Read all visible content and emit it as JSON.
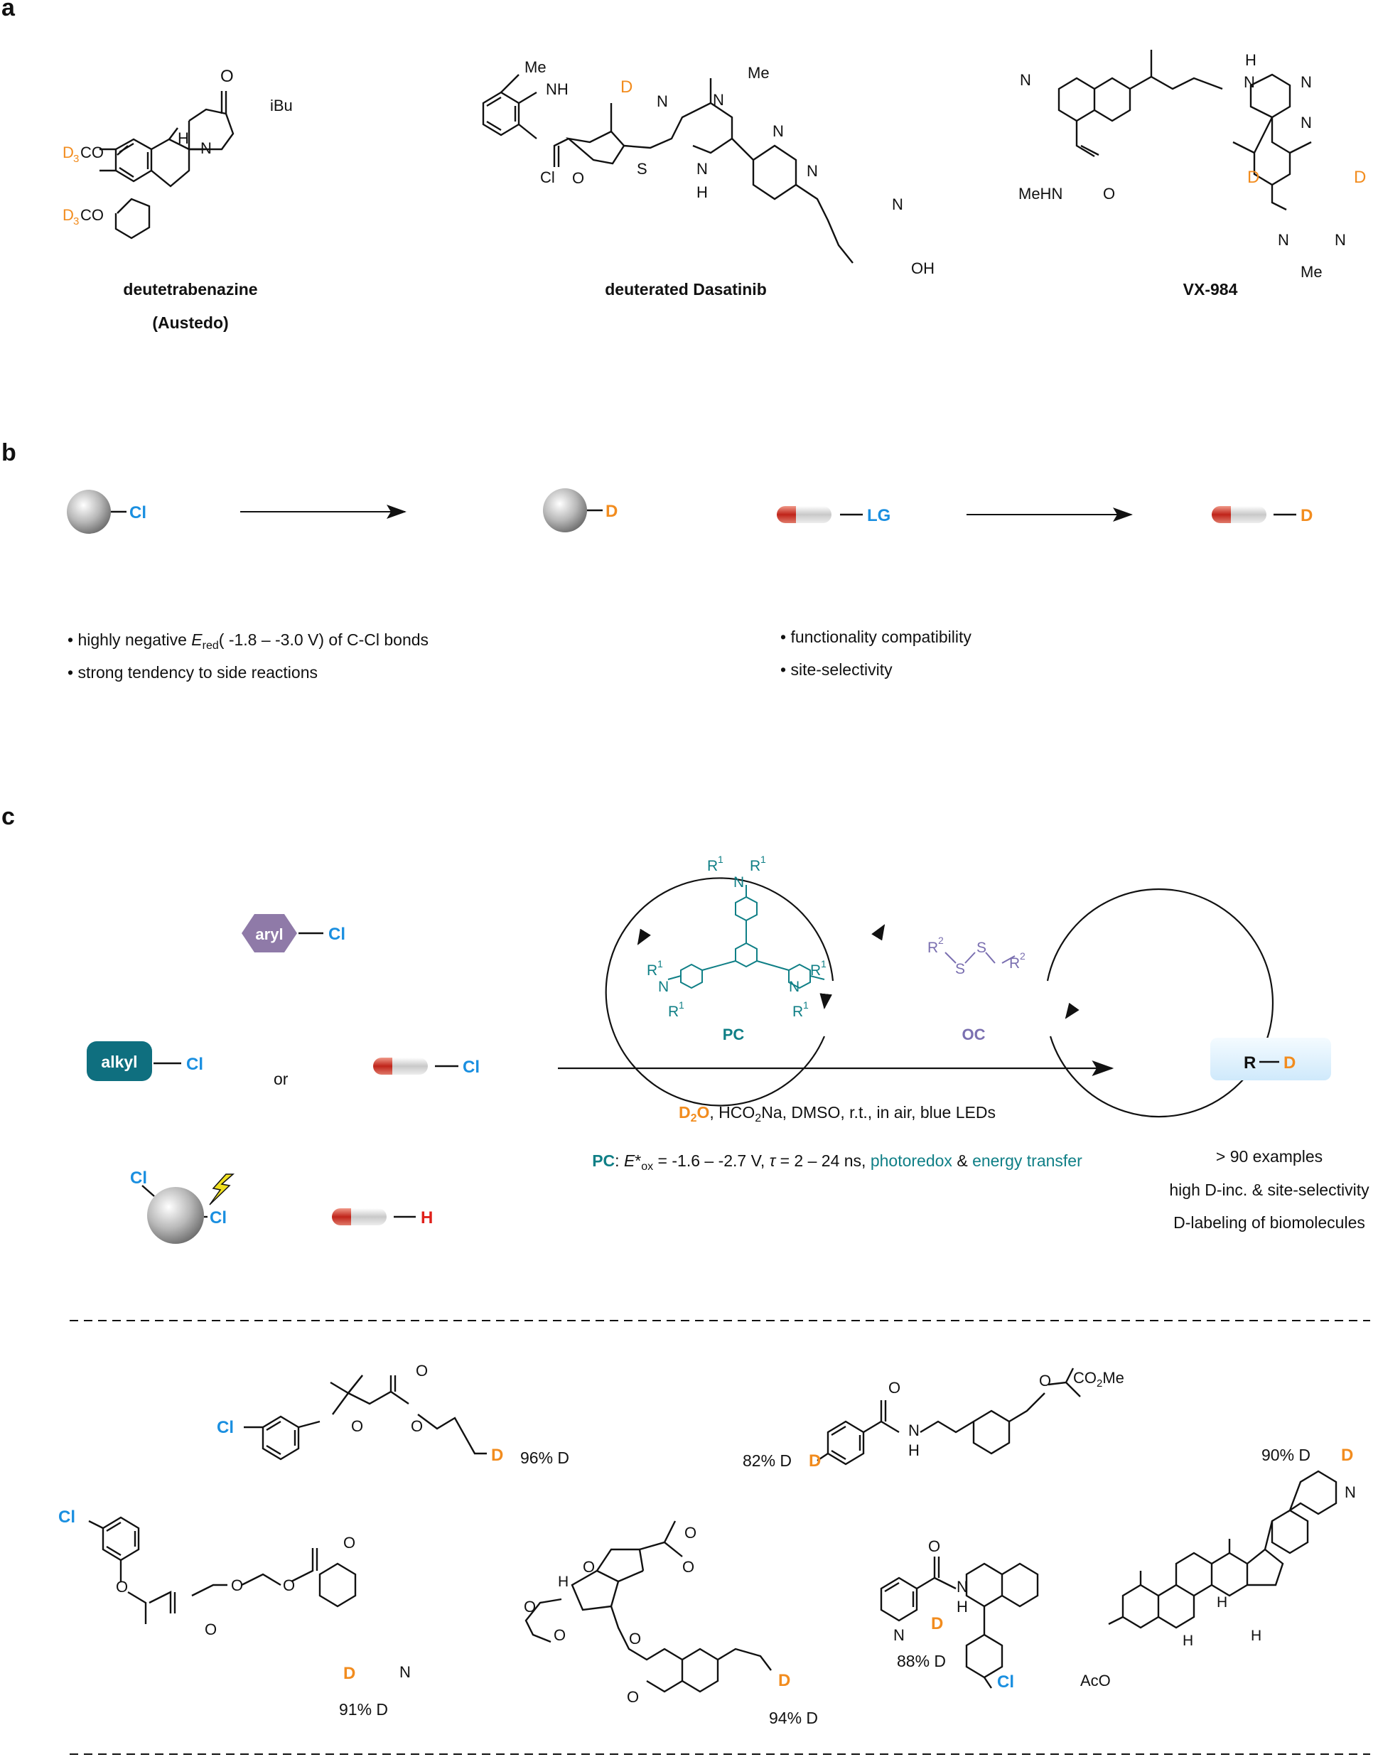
{
  "colors": {
    "deuterium": "#f28c1e",
    "chlorine": "#1a8fe0",
    "hydrogen": "#e0201a",
    "pc": "#0f7f86",
    "oc": "#7a6fb0",
    "aryl": "#8f7aa8",
    "alkyl": "#0f6f7f",
    "lightning": "#f0e020"
  },
  "panel_a": {
    "label": "a",
    "compounds": [
      {
        "name": "deutetrabenazine",
        "subname": "(Austedo)",
        "atoms": {
          "o": "O",
          "ibu": "iBu",
          "h": "H",
          "n": "N",
          "d3": "D",
          "d3b": "D",
          "sub3": "3",
          "sub3b": "3",
          "co": "CO",
          "cob": "CO"
        }
      },
      {
        "name": "deuterated Dasatinib",
        "atoms": {
          "me1": "Me",
          "nh": "NH",
          "d": "D",
          "n1": "N",
          "s": "S",
          "me2": "Me",
          "n2": "N",
          "n3": "N",
          "n4": "N",
          "h": "H",
          "cl": "Cl",
          "o": "O",
          "n5": "N",
          "n6": "N",
          "oh": "OH"
        }
      },
      {
        "name": "VX-984",
        "atoms": {
          "n1": "N",
          "h": "H",
          "n2": "N",
          "n3": "N",
          "n4": "N",
          "meh": "MeHN",
          "o": "O",
          "d1": "D",
          "d2": "D",
          "n5": "N",
          "n6": "N",
          "me": "Me"
        }
      }
    ]
  },
  "panel_b": {
    "label": "b",
    "left": {
      "reactant": "Cl",
      "product": "D",
      "bullets": [
        "highly negative",
        "( -1.8 – -3.0 V) of C-Cl bonds",
        "strong tendency to side reactions"
      ],
      "ered": "E",
      "ered_sub": "red"
    },
    "right": {
      "reactant": "LG",
      "product": "D",
      "bullets": [
        "functionality compatibility",
        "site-selectivity"
      ]
    }
  },
  "panel_c": {
    "label": "c",
    "substrates": {
      "aryl_label": "aryl",
      "aryl_cl": "Cl",
      "alkyl_label": "alkyl",
      "alkyl_cl": "Cl",
      "or": "or",
      "capsule_cl": "Cl",
      "poly_cl1": "Cl",
      "poly_cl2": "Cl",
      "h": "H"
    },
    "pc": {
      "label": "PC",
      "r1": "R",
      "sup1": "1",
      "n": "N"
    },
    "oc": {
      "label": "OC",
      "r2": "R",
      "sup2": "2",
      "s": "S"
    },
    "product": {
      "r": "R",
      "d": "D"
    },
    "conditions": {
      "d2o_d": "D",
      "d2o_2": "2",
      "d2o_o": "O",
      "rest": ", HCO",
      "sub2": "2",
      "rest2": "Na, DMSO, r.t., in air, blue LEDs"
    },
    "pc_props": {
      "pc": "PC",
      "colon": ": ",
      "e": "E",
      "star": "*",
      "ox": "ox",
      "vals": " = -1.6 – -2.7 V, ",
      "tau": "τ",
      "tau_vals": " = 2 – 24 ns, ",
      "photoredox": "photoredox",
      "amp": " & ",
      "energy": "energy transfer"
    },
    "highlights": [
      "> 90 examples",
      "high D-inc. & site-selectivity",
      "D-labeling of biomolecules"
    ]
  },
  "examples": [
    {
      "yield": "96% D",
      "atoms": {
        "cl": "Cl",
        "o1": "O",
        "o2": "O",
        "o3": "O",
        "d": "D"
      }
    },
    {
      "yield": "82% D",
      "atoms": {
        "d": "D",
        "o1": "O",
        "n": "N",
        "h": "H",
        "o2": "O",
        "co2me": "CO",
        "sub2": "2",
        "me": "Me"
      }
    },
    {
      "yield": "90% D",
      "atoms": {
        "d": "D",
        "n": "N",
        "h1": "H",
        "h2": "H",
        "h3": "H",
        "aco": "AcO"
      }
    },
    {
      "yield": "91% D",
      "atoms": {
        "cl": "Cl",
        "o1": "O",
        "o2": "O",
        "o3": "O",
        "o4": "O",
        "o5": "O",
        "d": "D",
        "n": "N"
      }
    },
    {
      "yield": "94% D",
      "atoms": {
        "o1": "O",
        "o2": "O",
        "o3": "O",
        "o4": "O",
        "o5": "O",
        "o6": "O",
        "o7": "O",
        "h": "H",
        "d": "D"
      }
    },
    {
      "yield": "88% D",
      "atoms": {
        "o": "O",
        "n1": "N",
        "h": "H",
        "n2": "N",
        "d": "D",
        "cl": "Cl"
      }
    }
  ]
}
